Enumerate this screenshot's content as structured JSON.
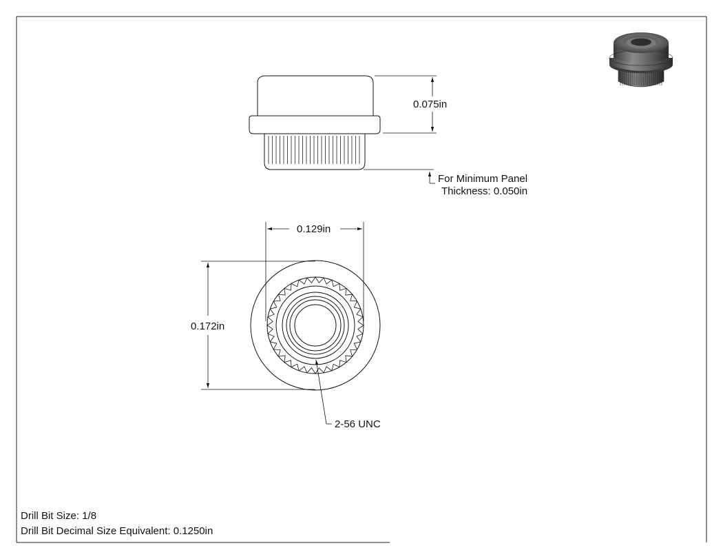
{
  "side_view": {
    "height_dim": "0.075in",
    "panel_note_line1": "For Minimum Panel",
    "panel_note_line2": "Thickness: 0.050in"
  },
  "front_view": {
    "knurl_dim": "0.129in",
    "outer_dim": "0.172in",
    "thread_callout": "2-56 UNC"
  },
  "notes": {
    "drill_bit_size": "Drill Bit Size: 1/8",
    "drill_bit_decimal": "Drill Bit Decimal Size Equivalent: 0.1250in"
  },
  "colors": {
    "line": "#111111",
    "part_shade": "#4a4a4a"
  }
}
